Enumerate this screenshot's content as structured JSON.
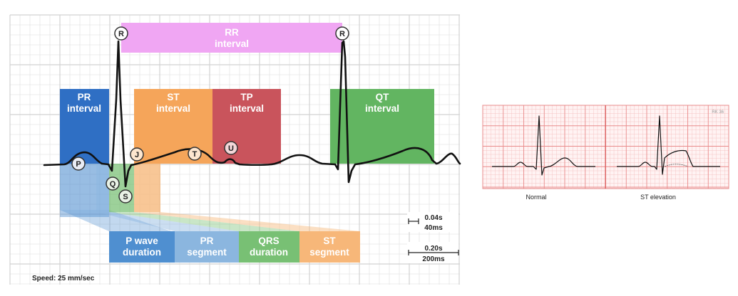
{
  "main_diagram": {
    "interval_labels": {
      "rr": [
        "RR",
        "interval"
      ],
      "pr": [
        "PR",
        "interval"
      ],
      "st": [
        "ST",
        "interval"
      ],
      "tp": [
        "TP",
        "interval"
      ],
      "qt": [
        "QT",
        "interval"
      ]
    },
    "wave_labels": [
      "R",
      "R",
      "P",
      "Q",
      "S",
      "J",
      "T",
      "U"
    ],
    "bottom_labels": {
      "p_wave_duration": [
        "P wave",
        "duration"
      ],
      "pr_segment": [
        "PR",
        "segment"
      ],
      "qrs_duration": [
        "QRS",
        "duration"
      ],
      "st_segment": [
        "ST",
        "segment"
      ]
    },
    "scale": {
      "small_box_time": "0.04s",
      "small_box_ms": "40ms",
      "large_box_time": "0.20s",
      "large_box_ms": "200ms"
    },
    "speed": "Speed: 25 mm/sec",
    "colors": {
      "rr": "#f0a6f3",
      "pr": "#2f6fc4",
      "st": "#f5a55a",
      "tp": "#c9545c",
      "qt": "#62b561",
      "p_wave_duration": "#4f8fd0",
      "pr_segment": "#8bb6df",
      "qrs_duration": "#78c074",
      "st_segment": "#f7b779"
    }
  },
  "comparison_panel": {
    "labels": [
      "Normal",
      "ST elevation"
    ],
    "watermark": "RK 36"
  }
}
